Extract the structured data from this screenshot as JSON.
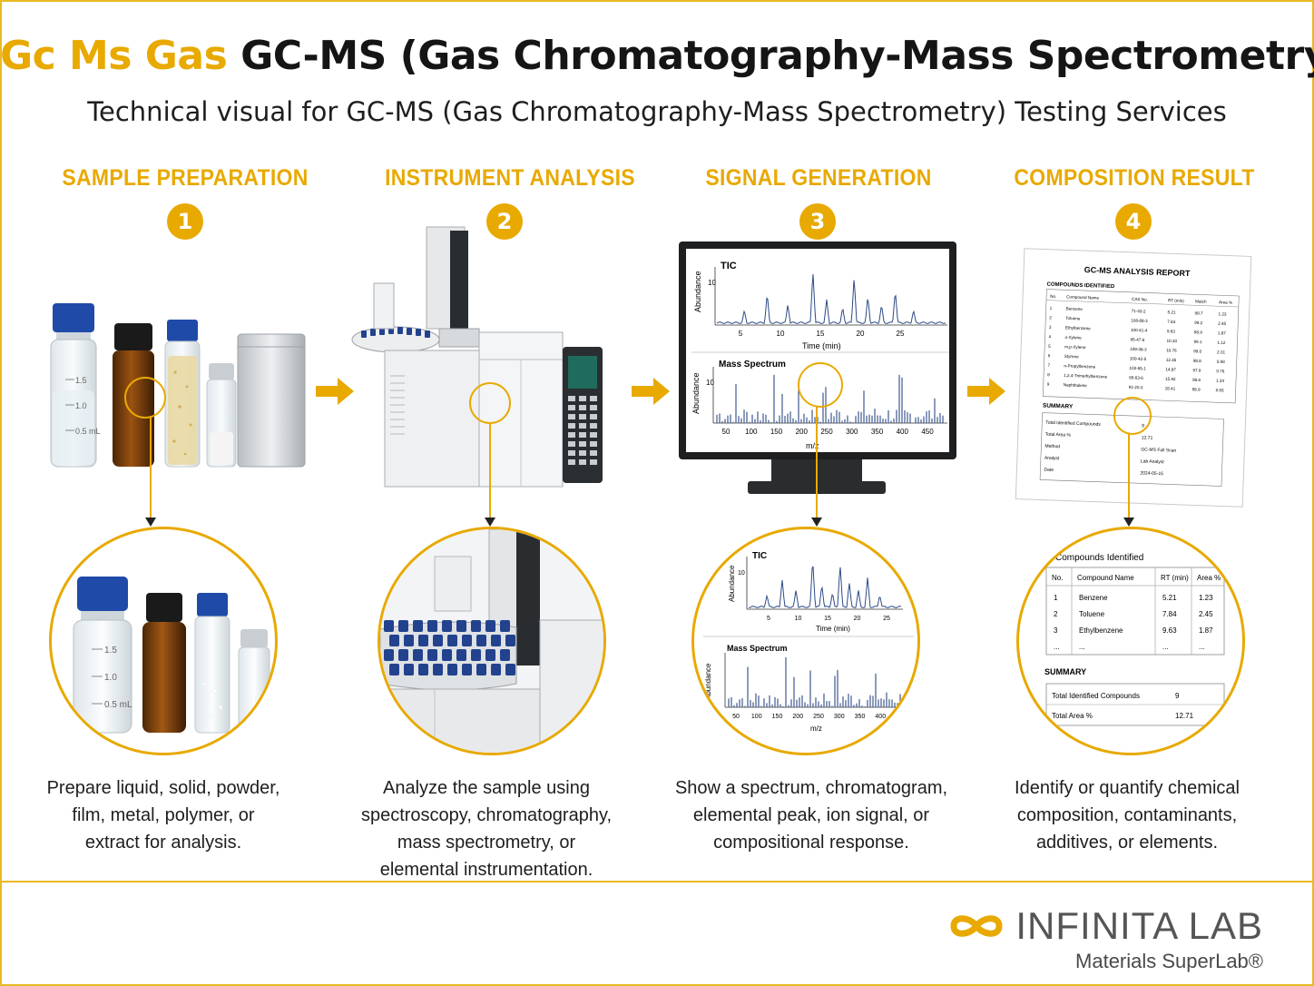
{
  "header": {
    "title_accent": "Gc Ms Gas",
    "title_main": "GC-MS (Gas Chromatography-Mass Spectrometry)",
    "subtitle": "Technical visual for GC-MS (Gas Chromatography-Mass Spectrometry) Testing Services"
  },
  "colors": {
    "accent": "#e8a900",
    "frame": "#e8b923",
    "spectrum": "#2c4a86",
    "cap_blue": "#1f4aa8"
  },
  "steps": [
    {
      "number": "1",
      "title": "SAMPLE PREPARATION",
      "description": [
        "Prepare liquid, solid, powder,",
        "film, metal, polymer, or",
        "extract for analysis."
      ]
    },
    {
      "number": "2",
      "title": "INSTRUMENT ANALYSIS",
      "description": [
        "Analyze the sample using",
        "spectroscopy, chromatography,",
        "mass spectrometry, or",
        "elemental instrumentation."
      ]
    },
    {
      "number": "3",
      "title": "SIGNAL GENERATION",
      "description": [
        "Show a spectrum, chromatogram,",
        "elemental peak, ion signal, or",
        "compositional response."
      ]
    },
    {
      "number": "4",
      "title": "COMPOSITION RESULT",
      "description": [
        "Identify or quantify chemical",
        "composition, contaminants,",
        "additives, or elements."
      ]
    }
  ],
  "vials": {
    "marks": [
      "1.5",
      "1.0",
      "0.5 mL"
    ]
  },
  "monitor": {
    "tic_label": "TIC",
    "ms_label": "Mass Spectrum",
    "y_label": "Abundance",
    "tic_ticks": [
      "5",
      "10",
      "15",
      "20",
      "25"
    ],
    "tic_xlabel": "Time (min)",
    "tic_ytick": "10",
    "ms_ticks": [
      "50",
      "100",
      "150",
      "200",
      "250",
      "300",
      "350",
      "400",
      "450"
    ],
    "ms_xlabel": "m/z",
    "ms_ytick": "10"
  },
  "report": {
    "title": "GC-MS ANALYSIS REPORT",
    "section": "COMPOUNDS IDENTIFIED",
    "headers": [
      "No.",
      "Compound Name",
      "CAS No.",
      "RT (min)",
      "Match",
      "Area %"
    ],
    "rows": [
      [
        "1",
        "Benzene",
        "71-43-2",
        "5.21",
        "98.7",
        "1.23"
      ],
      [
        "2",
        "Toluene",
        "108-88-3",
        "7.84",
        "99.2",
        "2.45"
      ],
      [
        "3",
        "Ethylbenzene",
        "100-41-4",
        "9.63",
        "98.9",
        "1.87"
      ],
      [
        "4",
        "o-Xylene",
        "95-47-6",
        "10.33",
        "99.1",
        "1.12"
      ],
      [
        "5",
        "m,p-Xylene",
        "108-38-3",
        "10.76",
        "99.0",
        "2.31"
      ],
      [
        "6",
        "Styrene",
        "100-42-5",
        "12.45",
        "98.8",
        "0.98"
      ],
      [
        "7",
        "n-Propylbenzene",
        "103-65-1",
        "14.87",
        "97.9",
        "0.76"
      ],
      [
        "8",
        "1,2,4-Trimethylbenzene",
        "95-63-6",
        "15.92",
        "98.6",
        "1.34"
      ],
      [
        "9",
        "Naphthalene",
        "91-20-3",
        "18.41",
        "98.9",
        "0.65"
      ]
    ],
    "summary_title": "SUMMARY",
    "summary": [
      [
        "Total Identified Compounds",
        "9"
      ],
      [
        "Total Area %",
        "12.71"
      ],
      [
        "Method",
        "GC-MS Full Scan"
      ],
      [
        "Analyst",
        "Lab Analyst"
      ],
      [
        "Date",
        "2024-05-15"
      ]
    ]
  },
  "zoom_report": {
    "section": "Compounds Identified",
    "headers": [
      "No.",
      "Compound Name",
      "RT (min)",
      "Area %"
    ],
    "rows": [
      [
        "1",
        "Benzene",
        "5.21",
        "1.23"
      ],
      [
        "2",
        "Toluene",
        "7.84",
        "2.45"
      ],
      [
        "3",
        "Ethylbenzene",
        "9.63",
        "1.87"
      ],
      [
        "...",
        "...",
        "...",
        "..."
      ]
    ],
    "summary_title": "SUMMARY",
    "summary": [
      [
        "Total Identified Compounds",
        "9"
      ],
      [
        "Total Area %",
        "12.71"
      ]
    ]
  },
  "logo": {
    "name": "INFINITA LAB",
    "tagline": "Materials SuperLab®"
  }
}
